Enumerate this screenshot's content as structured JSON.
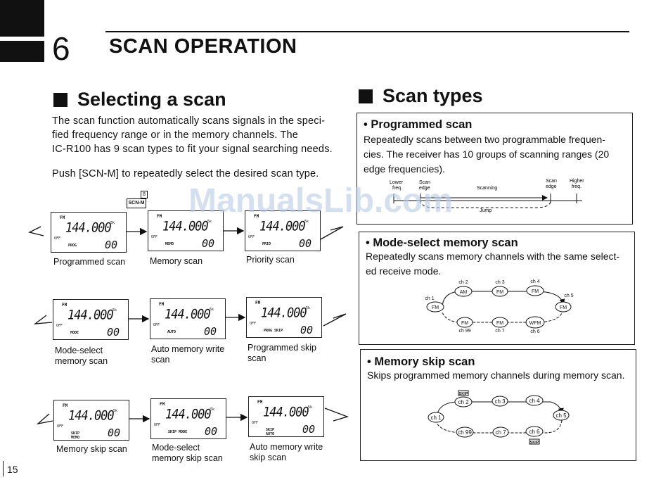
{
  "chapter": {
    "number": "6",
    "title": "SCAN OPERATION"
  },
  "left": {
    "heading": "Selecting a scan",
    "para1_lines": [
      "The scan function automatically scans signals in the speci-",
      "fied frequency range or in the memory channels.   The",
      "IC-R100 has 9 scan types to fit your signal searching needs."
    ],
    "para2": "Push [SCN-M] to repeatedly select the desired scan type.",
    "key_label": "SCN-M",
    "key_top": "8",
    "displays": [
      {
        "fm": "FM",
        "off": "OFF",
        "freq": "144.000",
        "sup": "5k",
        "mode": "PROG",
        "ch": "00",
        "caption": "Programmed scan"
      },
      {
        "fm": "FM",
        "off": "OFF",
        "freq": "144.000",
        "sup": "5k",
        "mode": "MEMO",
        "ch": "00",
        "caption": "Memory scan"
      },
      {
        "fm": "FM",
        "off": "OFF",
        "freq": "144.000",
        "sup": "5k",
        "mode": "PRIO",
        "ch": "00",
        "caption": "Priority scan"
      },
      {
        "fm": "FM",
        "off": "OFF",
        "freq": "144.000",
        "sup": "5k",
        "mode": "MODE",
        "ch": "00",
        "caption": "Mode-select\nmemory scan"
      },
      {
        "fm": "FM",
        "off": "OFF",
        "freq": "144.000",
        "sup": "5k",
        "mode": "AUTO",
        "ch": "00",
        "caption": "Auto memory write\nscan"
      },
      {
        "fm": "FM",
        "off": "OFF",
        "freq": "144.000",
        "sup": "5k",
        "mode": "PROG SKIP",
        "ch": "00",
        "caption": "Programmed skip\nscan"
      },
      {
        "fm": "FM",
        "off": "OFF",
        "freq": "144.000",
        "sup": "5k",
        "mode": "SKIP\nMEMO",
        "ch": "00",
        "caption": "Memory skip scan"
      },
      {
        "fm": "FM",
        "off": "OFF",
        "freq": "144.000",
        "sup": "5k",
        "mode": "SKIP MODE",
        "ch": "00",
        "caption": "Mode-select\nmemory skip scan"
      },
      {
        "fm": "FM",
        "off": "OFF",
        "freq": "144.000",
        "sup": "5k",
        "mode": "SKIP\nAUTO",
        "ch": "00",
        "caption": "Auto memory write\nskip scan"
      }
    ]
  },
  "right": {
    "heading": "Scan types",
    "programmed": {
      "title": "• Programmed scan",
      "lines": [
        "Repeatedly scans between two programmable frequen-",
        "cies.  The receiver has 10 groups of scanning ranges (20",
        "edge frequencies)."
      ],
      "diagram": {
        "lower": "Lower\nfreq.",
        "scan_edge_1": "Scan\nedge",
        "scanning": "Scanning",
        "scan_edge_2": "Scan\nedge",
        "higher": "Higher\nfreq.",
        "jump": "Jump"
      }
    },
    "mode_select": {
      "title": "• Mode-select memory scan",
      "lines": [
        "Repeatedly scans memory channels with the same select-",
        "ed receive mode."
      ],
      "diagram": {
        "top_labels": [
          "ch 2",
          "ch 3",
          "ch 4"
        ],
        "top_modes": [
          "AM",
          "FM",
          "FM"
        ],
        "left_label": "ch 1",
        "left_mode": "FM",
        "right_label": "ch 5",
        "right_mode": "FM",
        "bottom_labels": [
          "ch 99",
          "ch 7",
          "ch 6"
        ],
        "bottom_modes": [
          "FM",
          "FM",
          "WFM"
        ]
      }
    },
    "memory_skip": {
      "title": "• Memory skip scan",
      "line": "Skips programmed memory channels during memory scan.",
      "diagram": {
        "skip": "SKIP",
        "top": [
          "ch 2",
          "ch 3",
          "ch 4"
        ],
        "left": "ch 1",
        "right": "ch 5",
        "bottom": [
          "ch 99",
          "ch 7",
          "ch 6"
        ]
      }
    }
  },
  "watermark": "ManualsLib.com",
  "page_number": "15"
}
